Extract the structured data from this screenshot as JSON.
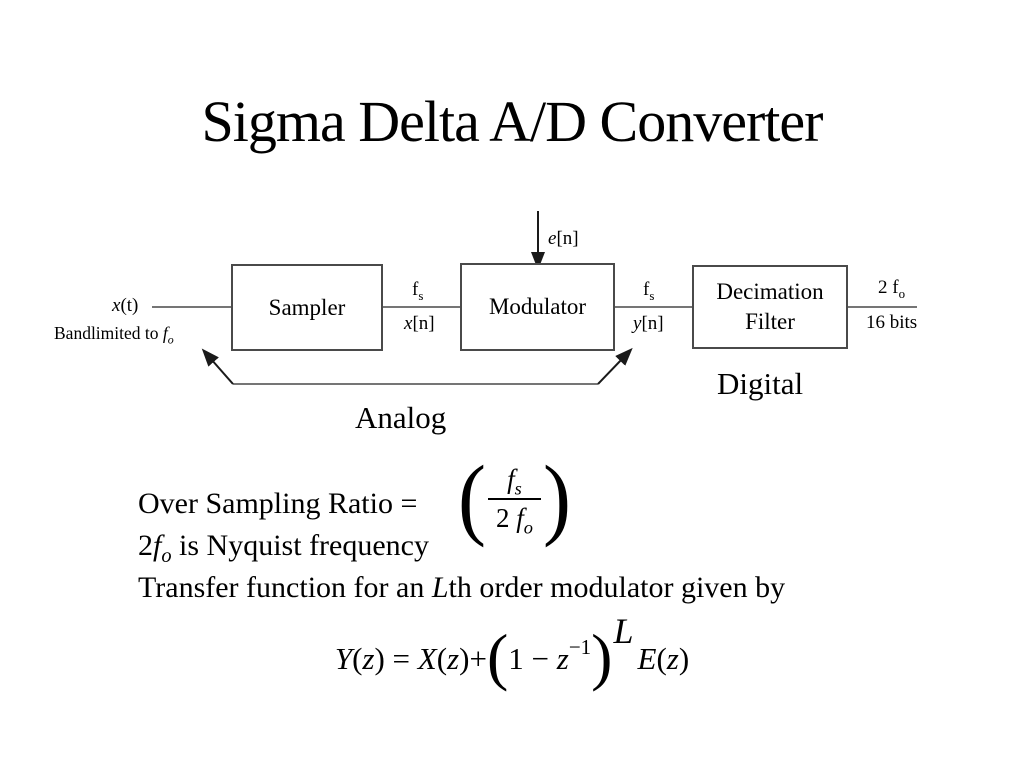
{
  "title": "Sigma Delta A/D Converter",
  "colors": {
    "background": "#ffffff",
    "text": "#000000",
    "connector_line": "#757575",
    "box_border": "#4a4a4a",
    "arrow": "#1a1a1a"
  },
  "diagram": {
    "input": {
      "signal_var": "x",
      "signal_rest": "(t)",
      "note_prefix": "Bandlimited to ",
      "note_var": "f",
      "note_sub": "o"
    },
    "blocks": {
      "sampler": "Sampler",
      "modulator": "Modulator",
      "decimation_line1": "Decimation",
      "decimation_line2": "Filter"
    },
    "noise": {
      "var": "e",
      "rest": "[n]"
    },
    "link1": {
      "rate_base": "f",
      "rate_sub": "s",
      "sig_var": "x",
      "sig_rest": "[n]"
    },
    "link2": {
      "rate_base": "f",
      "rate_sub": "s",
      "sig_var": "y",
      "sig_rest": "[n]"
    },
    "output": {
      "rate_base": "2 f",
      "rate_sub": "o",
      "bits": "16 bits"
    },
    "analog_label": "Analog",
    "digital_label": "Digital"
  },
  "notes": {
    "osr_prefix": "Over Sampling Ratio = ",
    "osr_num_base": "f",
    "osr_num_sub": "s",
    "osr_den_coef": "2 ",
    "osr_den_base": "f",
    "osr_den_sub": "o",
    "nyquist_coef": "2",
    "nyquist_var": "f",
    "nyquist_sub": "o",
    "nyquist_rest": " is Nyquist frequency",
    "transfer_pre": "Transfer function for an ",
    "transfer_order": "L",
    "transfer_rest": "th order modulator given by"
  },
  "equation": {
    "Y": "Y",
    "lp1": "(",
    "z1": "z",
    "rp1": ")",
    "equals": " = ",
    "X": "X",
    "lp2": "(",
    "z2": "z",
    "rp2": ")",
    "plus": "+",
    "big_lp": "(",
    "one": "1",
    "minus": " − ",
    "z3": "z",
    "inner_exp": "−1",
    "big_rp": ")",
    "outer_exp": "L",
    "E": "E",
    "lp3": "(",
    "z4": "z",
    "rp3": ")"
  }
}
